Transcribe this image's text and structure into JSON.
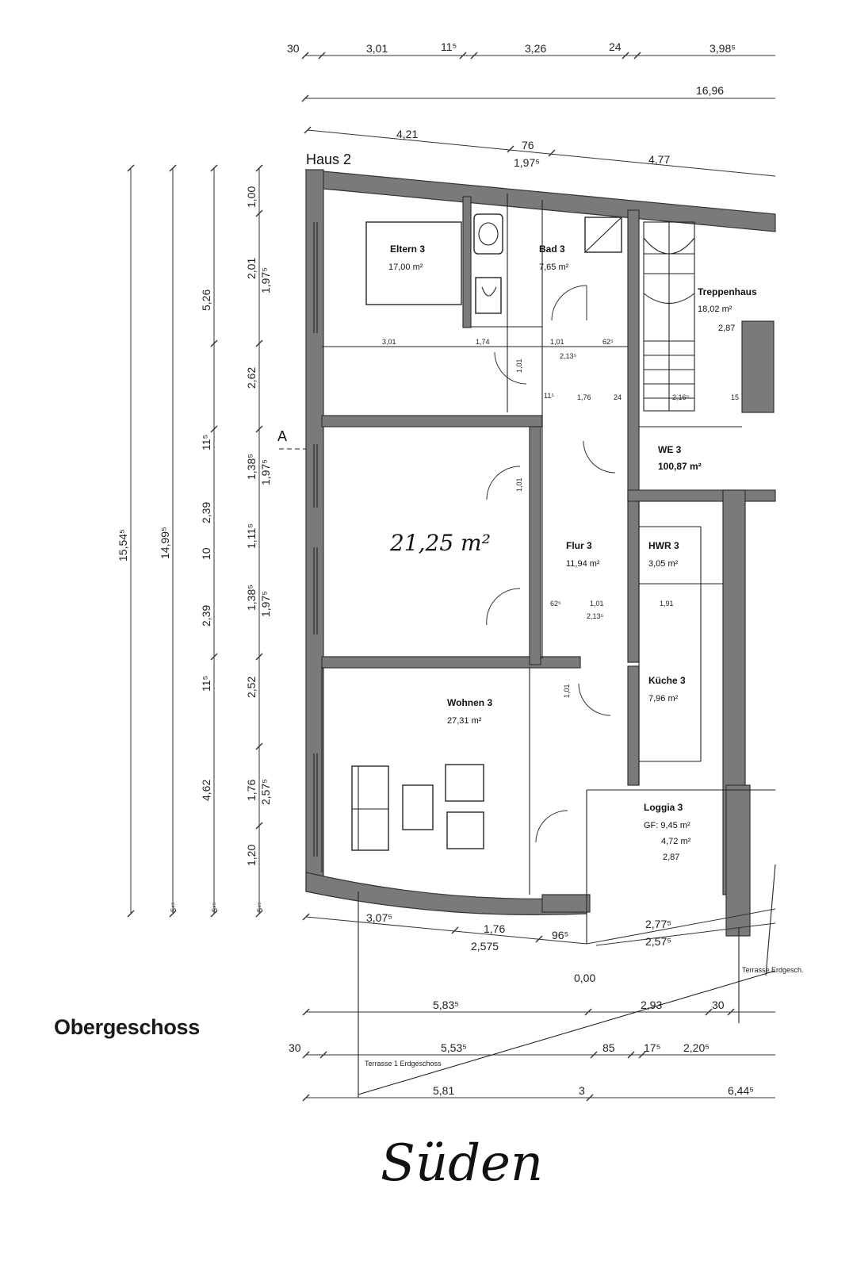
{
  "floor_title": "Obergeschoss",
  "house_label": "Haus 2",
  "section_marker": "A",
  "orientation_note": "Süden",
  "handwritten_area": "21,25 m²",
  "rooms": [
    {
      "name": "Eltern 3",
      "area": "17,00 m²"
    },
    {
      "name": "Bad 3",
      "area": "7,65 m²"
    },
    {
      "name": "Treppenhaus",
      "area": "18,02 m²",
      "extra": "2,87"
    },
    {
      "name": "WE 3",
      "area": "100,87 m²"
    },
    {
      "name": "Flur 3",
      "area": "11,94 m²"
    },
    {
      "name": "HWR 3",
      "area": "3,05 m²"
    },
    {
      "name": "Küche 3",
      "area": "7,96 m²"
    },
    {
      "name": "Wohnen 3",
      "area": "27,31 m²"
    },
    {
      "name": "Loggia 3",
      "area": "GF: 9,45 m²",
      "area2": "4,72 m²",
      "extra": "2,87"
    }
  ],
  "top_dims": {
    "row1": [
      "30",
      "3,01",
      "11⁵",
      "3,26",
      "24",
      "3,98⁵"
    ],
    "row2": [
      "16,96"
    ],
    "row3": [
      "4,21",
      "76",
      "1,97⁵",
      "4,77"
    ]
  },
  "left_dims": {
    "col1": [
      "15,54⁵"
    ],
    "col2": [
      "14,99⁵",
      "5⁴⁵"
    ],
    "col3": [
      "5,26",
      "11⁵",
      "2,39",
      "10",
      "2,39",
      "11⁵",
      "4,62",
      "5⁴⁵"
    ],
    "col4": [
      "1,00",
      "2,01",
      "1,97⁵",
      "2,62",
      "1,38⁵",
      "1,97⁵",
      "1,11⁵",
      "1,38⁵",
      "1,97⁵",
      "2,52",
      "1,76",
      "2,57⁵",
      "1,20",
      "5⁴⁵"
    ]
  },
  "inner_dims": [
    "3,01",
    "1,74",
    "1,01",
    "62⁵",
    "2,13⁵",
    "11⁵",
    "1,76",
    "24",
    "2,16⁵",
    "15",
    "62⁵",
    "1,01",
    "2,13⁵",
    "1,91",
    "1,01",
    "1,01",
    "1,01"
  ],
  "bottom_dims": {
    "row1": [
      "3,07⁵",
      "1,76",
      "2,575",
      "96⁵",
      "2,77⁵",
      "2,57⁵"
    ],
    "level": "0,00",
    "row2": [
      "5,83⁵",
      "2,93",
      "30"
    ],
    "row3": [
      "30",
      "5,53⁵",
      "85",
      "17⁵",
      "2,20⁵"
    ],
    "row4": [
      "5,81",
      "3",
      "6,44⁵"
    ]
  },
  "terrace_notes": [
    "Terrasse 1 Erdgeschoss",
    "Terrasse Erdgesch."
  ]
}
